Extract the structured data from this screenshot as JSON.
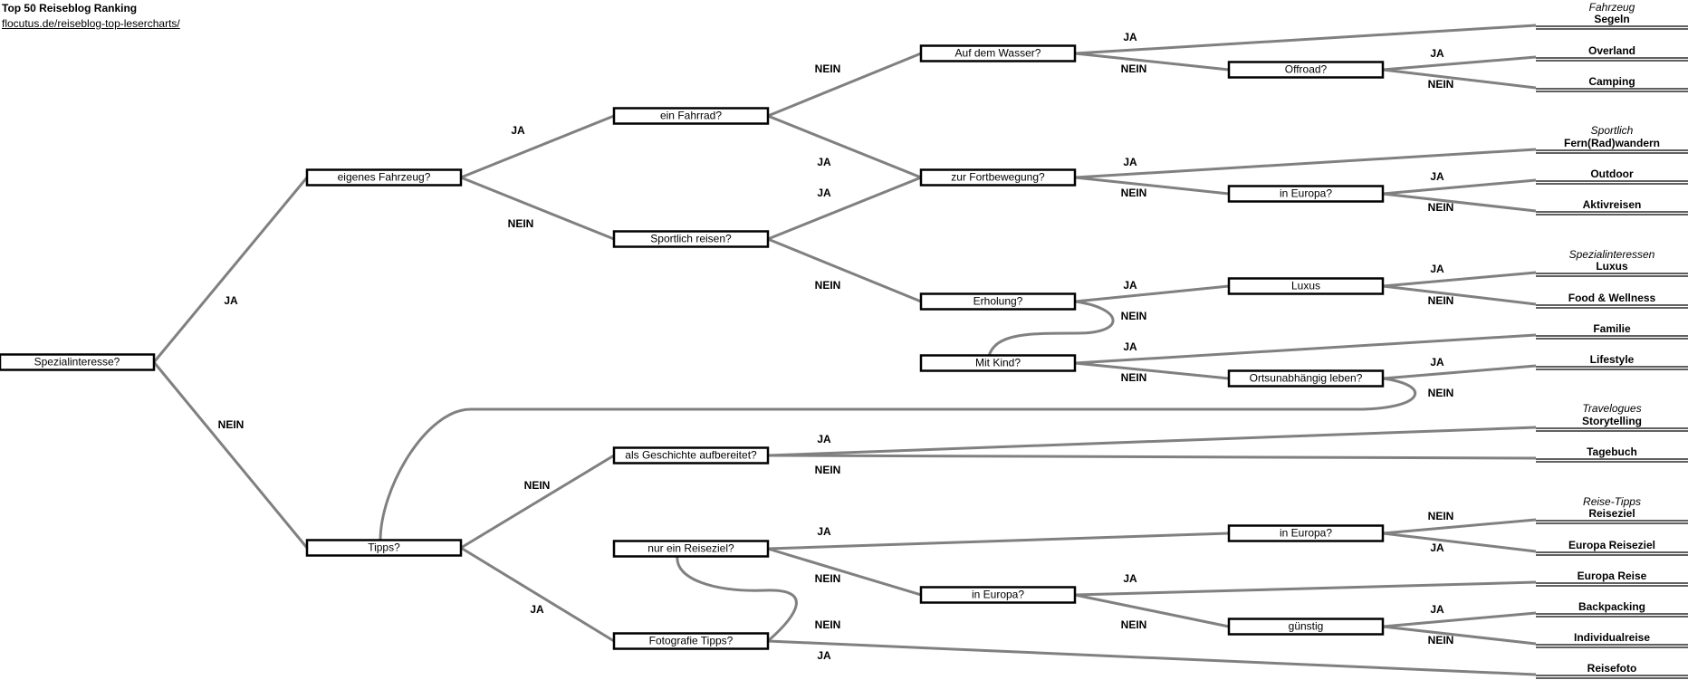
{
  "header": {
    "title": "Top 50 Reiseblog Ranking",
    "link": "flocutus.de/reiseblog-top-lesercharts/"
  },
  "colors": {
    "edge": "#808080",
    "box_border": "#000000",
    "box_fill": "#ffffff"
  },
  "decisions": [
    {
      "id": "root",
      "label": "Spezialinteresse?"
    },
    {
      "id": "fahrzeug",
      "label": "eigenes Fahrzeug?"
    },
    {
      "id": "tipps",
      "label": "Tipps?"
    },
    {
      "id": "fahrrad",
      "label": "ein Fahrrad?"
    },
    {
      "id": "sportlich",
      "label": "Sportlich reisen?"
    },
    {
      "id": "geschichte",
      "label": "als Geschichte aufbereitet?"
    },
    {
      "id": "reiseziel",
      "label": "nur ein Reiseziel?"
    },
    {
      "id": "foto",
      "label": "Fotografie Tipps?"
    },
    {
      "id": "wasser",
      "label": "Auf dem Wasser?"
    },
    {
      "id": "fortbew",
      "label": "zur Fortbewegung?"
    },
    {
      "id": "erholung",
      "label": "Erholung?"
    },
    {
      "id": "kind",
      "label": "Mit Kind?"
    },
    {
      "id": "europa3",
      "label": "in Europa?"
    },
    {
      "id": "offroad",
      "label": "Offroad?"
    },
    {
      "id": "europa1",
      "label": "in Europa?"
    },
    {
      "id": "luxus",
      "label": "Luxus"
    },
    {
      "id": "ortsun",
      "label": "Ortsunabhängig leben?"
    },
    {
      "id": "europa2",
      "label": "in Europa?"
    },
    {
      "id": "guenstig",
      "label": "günstig"
    }
  ],
  "categories": [
    {
      "id": "c1",
      "label": "Fahrzeug"
    },
    {
      "id": "c2",
      "label": "Sportlich"
    },
    {
      "id": "c3",
      "label": "Spezialinteressen"
    },
    {
      "id": "c4",
      "label": "Travelogues"
    },
    {
      "id": "c5",
      "label": "Reise-Tipps"
    }
  ],
  "results": [
    {
      "id": "segeln",
      "label": "Segeln"
    },
    {
      "id": "overland",
      "label": "Overland"
    },
    {
      "id": "camping",
      "label": "Camping"
    },
    {
      "id": "fern",
      "label": "Fern(Rad)wandern"
    },
    {
      "id": "outdoor",
      "label": "Outdoor"
    },
    {
      "id": "aktiv",
      "label": "Aktivreisen"
    },
    {
      "id": "luxusr",
      "label": "Luxus"
    },
    {
      "id": "food",
      "label": "Food & Wellness"
    },
    {
      "id": "familie",
      "label": "Familie"
    },
    {
      "id": "lifestyle",
      "label": "Lifestyle"
    },
    {
      "id": "story",
      "label": "Storytelling"
    },
    {
      "id": "tagebuch",
      "label": "Tagebuch"
    },
    {
      "id": "reiseziel_r",
      "label": "Reiseziel"
    },
    {
      "id": "europaziel",
      "label": "Europa Reiseziel"
    },
    {
      "id": "europareise",
      "label": "Europa Reise"
    },
    {
      "id": "backpacking",
      "label": "Backpacking"
    },
    {
      "id": "individual",
      "label": "Individualreise"
    },
    {
      "id": "reisefoto",
      "label": "Reisefoto"
    }
  ],
  "edges": [
    {
      "from": "root",
      "to": "fahrzeug",
      "label": "JA"
    },
    {
      "from": "root",
      "to": "tipps",
      "label": "NEIN"
    },
    {
      "from": "fahrzeug",
      "to": "fahrrad",
      "label": "JA"
    },
    {
      "from": "fahrzeug",
      "to": "sportlich",
      "label": "NEIN"
    },
    {
      "from": "fahrrad",
      "to": "wasser",
      "label": "NEIN"
    },
    {
      "from": "fahrrad",
      "to": "fortbew",
      "label": "JA"
    },
    {
      "from": "sportlich",
      "to": "fortbew",
      "label": "JA"
    },
    {
      "from": "sportlich",
      "to": "erholung",
      "label": "NEIN"
    },
    {
      "from": "wasser",
      "to": "segeln",
      "label": "JA"
    },
    {
      "from": "wasser",
      "to": "offroad",
      "label": "NEIN"
    },
    {
      "from": "offroad",
      "to": "overland",
      "label": "JA"
    },
    {
      "from": "offroad",
      "to": "camping",
      "label": "NEIN"
    },
    {
      "from": "fortbew",
      "to": "fern",
      "label": "JA"
    },
    {
      "from": "fortbew",
      "to": "europa1",
      "label": "NEIN"
    },
    {
      "from": "europa1",
      "to": "outdoor",
      "label": "JA"
    },
    {
      "from": "europa1",
      "to": "aktiv",
      "label": "NEIN"
    },
    {
      "from": "erholung",
      "to": "luxus",
      "label": "JA"
    },
    {
      "from": "erholung",
      "to": "kind",
      "label": "NEIN",
      "curve": "erholung-kind"
    },
    {
      "from": "luxus",
      "to": "luxusr",
      "label": "JA"
    },
    {
      "from": "luxus",
      "to": "food",
      "label": "NEIN"
    },
    {
      "from": "kind",
      "to": "familie",
      "label": "JA"
    },
    {
      "from": "kind",
      "to": "ortsun",
      "label": "NEIN"
    },
    {
      "from": "ortsun",
      "to": "lifestyle",
      "label": "JA"
    },
    {
      "from": "ortsun",
      "to": "tipps",
      "label": "NEIN",
      "curve": "ortsun-tipps"
    },
    {
      "from": "tipps",
      "to": "geschichte",
      "label": "NEIN"
    },
    {
      "from": "tipps",
      "to": "foto",
      "label": "JA"
    },
    {
      "from": "geschichte",
      "to": "story",
      "label": "JA"
    },
    {
      "from": "geschichte",
      "to": "tagebuch",
      "label": "NEIN"
    },
    {
      "from": "reiseziel",
      "to": "europa2",
      "label": "JA"
    },
    {
      "from": "reiseziel",
      "to": "europa3",
      "label": "NEIN"
    },
    {
      "from": "europa2",
      "to": "reiseziel_r",
      "label": "NEIN"
    },
    {
      "from": "europa2",
      "to": "europaziel",
      "label": "JA"
    },
    {
      "from": "europa3",
      "to": "europareise",
      "label": "JA"
    },
    {
      "from": "europa3",
      "to": "guenstig",
      "label": "NEIN"
    },
    {
      "from": "guenstig",
      "to": "backpacking",
      "label": "JA"
    },
    {
      "from": "guenstig",
      "to": "individual",
      "label": "NEIN"
    },
    {
      "from": "foto",
      "to": "reiseziel",
      "label": "NEIN",
      "curve": "foto-reiseziel"
    },
    {
      "from": "foto",
      "to": "reisefoto",
      "label": "JA"
    }
  ]
}
